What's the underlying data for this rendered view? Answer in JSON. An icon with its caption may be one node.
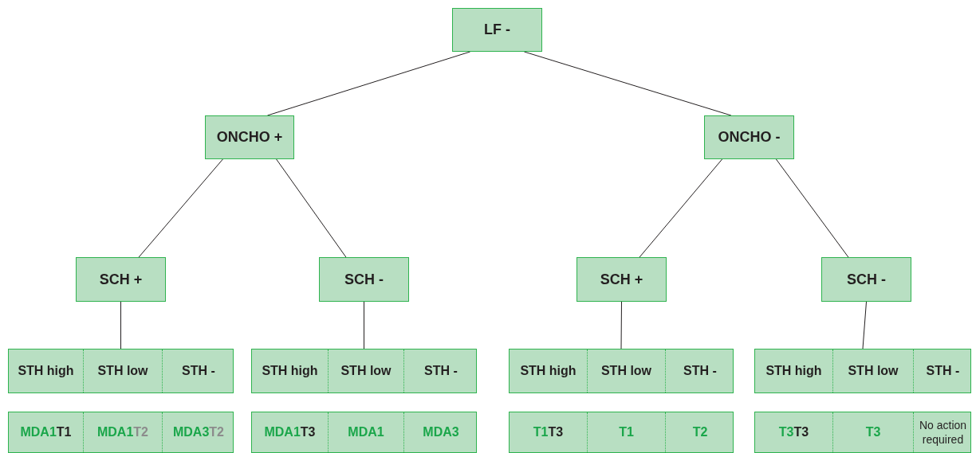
{
  "diagram": {
    "nodes": [
      {
        "text": [
          "LF -"
        ]
      },
      {
        "text": [
          "ONCHO +"
        ]
      },
      {
        "text": [
          "ONCHO -"
        ]
      },
      {
        "text": [
          "SCH +"
        ]
      },
      {
        "text": [
          "SCH -"
        ]
      },
      {
        "text": [
          "SCH +"
        ]
      },
      {
        "text": [
          "SCH -"
        ]
      },
      {
        "text": [],
        "shape": "box"
      },
      {
        "text": [
          "STH high"
        ],
        "in": 7
      },
      {
        "text": [
          "STH low"
        ],
        "in": 7
      },
      {
        "text": [
          "STH -"
        ],
        "in": 7
      },
      {
        "text": [],
        "shape": "box"
      },
      {
        "text": [
          "STH high"
        ],
        "in": 11
      },
      {
        "text": [
          "STH low"
        ],
        "in": 11
      },
      {
        "text": [
          "STH -"
        ],
        "in": 11
      },
      {
        "text": [],
        "shape": "box"
      },
      {
        "text": [
          "STH high"
        ],
        "in": 15
      },
      {
        "text": [
          "STH low"
        ],
        "in": 15
      },
      {
        "text": [
          "STH -"
        ],
        "in": 15
      },
      {
        "text": [],
        "shape": "box"
      },
      {
        "text": [
          "STH high"
        ],
        "in": 19
      },
      {
        "text": [
          "STH low"
        ],
        "in": 19
      },
      {
        "text": [
          "STH -"
        ],
        "in": 19
      },
      {
        "text": [],
        "shape": "box"
      },
      {
        "text": [
          "MDA1",
          "T1"
        ],
        "in": 23
      },
      {
        "text": [
          "MDA1",
          "T2"
        ],
        "in": 23
      },
      {
        "text": [
          "MDA3",
          "T2"
        ],
        "in": 23
      },
      {
        "text": [],
        "shape": "box"
      },
      {
        "text": [
          "MDA1",
          "T3"
        ],
        "in": 27
      },
      {
        "text": [
          "MDA1"
        ],
        "in": 27
      },
      {
        "text": [
          "MDA3"
        ],
        "in": 27
      },
      {
        "text": [],
        "shape": "box"
      },
      {
        "text": [
          "T1",
          "T3"
        ],
        "in": 31
      },
      {
        "text": [
          "T1"
        ],
        "in": 31
      },
      {
        "text": [
          "T2"
        ],
        "in": 31
      },
      {
        "text": [],
        "shape": "box"
      },
      {
        "text": [
          "T3",
          "T3"
        ],
        "in": 35
      },
      {
        "text": [
          "T3"
        ],
        "in": 35
      },
      {
        "text": [
          "No action required"
        ],
        "in": 35
      }
    ],
    "edges": [
      {
        "from": 0,
        "to": 1,
        "arrow": "none"
      },
      {
        "from": 0,
        "to": 2,
        "arrow": "none"
      },
      {
        "from": 1,
        "to": 3,
        "arrow": "none"
      },
      {
        "from": 1,
        "to": 4,
        "arrow": "none"
      },
      {
        "from": 2,
        "to": 5,
        "arrow": "none"
      },
      {
        "from": 2,
        "to": 6,
        "arrow": "none"
      },
      {
        "from": 3,
        "to": 7,
        "arrow": "none"
      },
      {
        "from": 4,
        "to": 11,
        "arrow": "none"
      },
      {
        "from": 5,
        "to": 15,
        "arrow": "none"
      },
      {
        "from": 6,
        "to": 19,
        "arrow": "none"
      }
    ]
  }
}
